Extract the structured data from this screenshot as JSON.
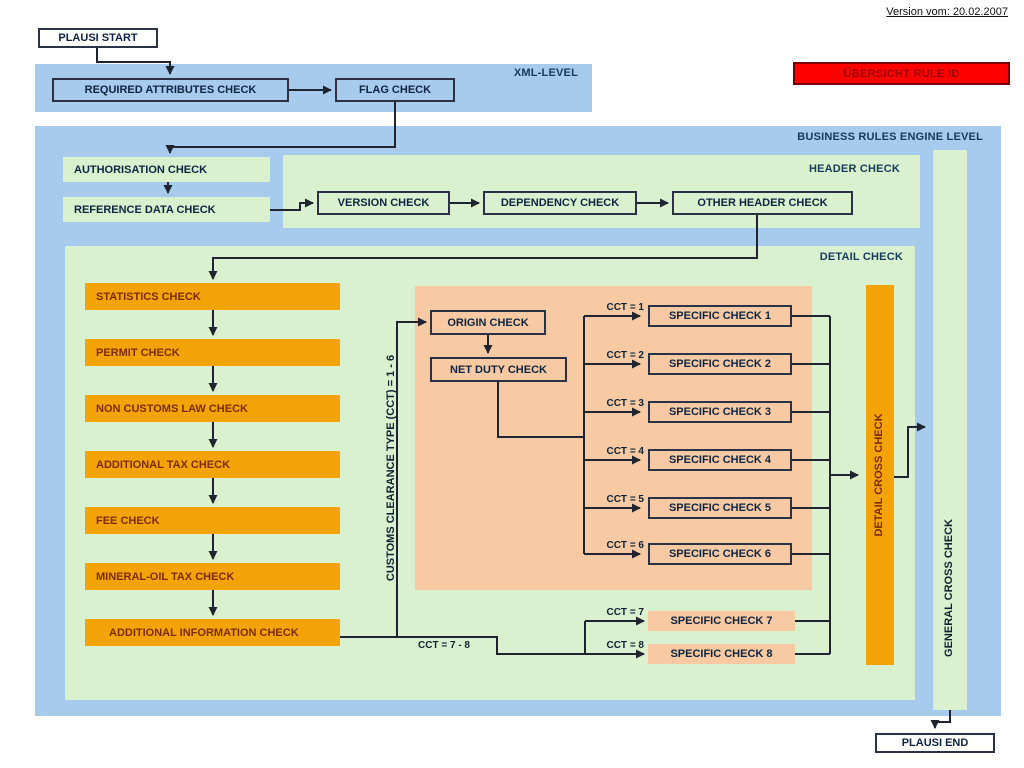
{
  "page": {
    "version_label": "Version vom: 20.02.2007"
  },
  "banner": {
    "label": "ÜBERSICHT RULE ID",
    "color": "#fe0000"
  },
  "start": {
    "label": "PLAUSI START"
  },
  "end": {
    "label": "PLAUSI END"
  },
  "xml_level": {
    "title": "XML-LEVEL",
    "required_attributes": "REQUIRED ATTRIBUTES CHECK",
    "flag": "FLAG CHECK"
  },
  "engine_level": {
    "title": "BUSINESS RULES ENGINE LEVEL",
    "authorisation": "AUTHORISATION CHECK",
    "reference_data": "REFERENCE DATA CHECK",
    "header": {
      "title": "HEADER CHECK",
      "version": "VERSION CHECK",
      "dependency": "DEPENDENCY CHECK",
      "other": "OTHER HEADER CHECK"
    },
    "detail": {
      "title": "DETAIL CHECK",
      "sequence": [
        "STATISTICS CHECK",
        "PERMIT CHECK",
        "NON CUSTOMS LAW CHECK",
        "ADDITIONAL TAX CHECK",
        "FEE CHECK",
        "MINERAL-OIL TAX CHECK",
        "ADDITIONAL INFORMATION CHECK"
      ],
      "cct_axis_label": "CUSTOMS CLEARANCE TYPE (CCT) = 1 - 6",
      "origin": "ORIGIN CHECK",
      "net_duty": "NET DUTY CHECK",
      "branches": [
        {
          "label": "CCT = 1",
          "check": "SPECIFIC CHECK 1"
        },
        {
          "label": "CCT = 2",
          "check": "SPECIFIC CHECK 2"
        },
        {
          "label": "CCT = 3",
          "check": "SPECIFIC CHECK 3"
        },
        {
          "label": "CCT = 4",
          "check": "SPECIFIC CHECK 4"
        },
        {
          "label": "CCT = 5",
          "check": "SPECIFIC CHECK 5"
        },
        {
          "label": "CCT = 6",
          "check": "SPECIFIC CHECK 6"
        }
      ],
      "cct78_label": "CCT = 7 - 8",
      "branches78": [
        {
          "label": "CCT = 7",
          "check": "SPECIFIC CHECK 7"
        },
        {
          "label": "CCT = 8",
          "check": "SPECIFIC CHECK 8"
        }
      ],
      "cross_check": "DETAIL CROSS CHECK"
    },
    "general_cross_check": "GENERAL CROSS CHECK"
  },
  "colors": {
    "level_blue": "#a6cbec",
    "panel_green": "#d9f1cf",
    "orange": "#f4a307",
    "peach": "#f7caa3",
    "banner_red": "#fe0000",
    "line": "#1f2430"
  }
}
